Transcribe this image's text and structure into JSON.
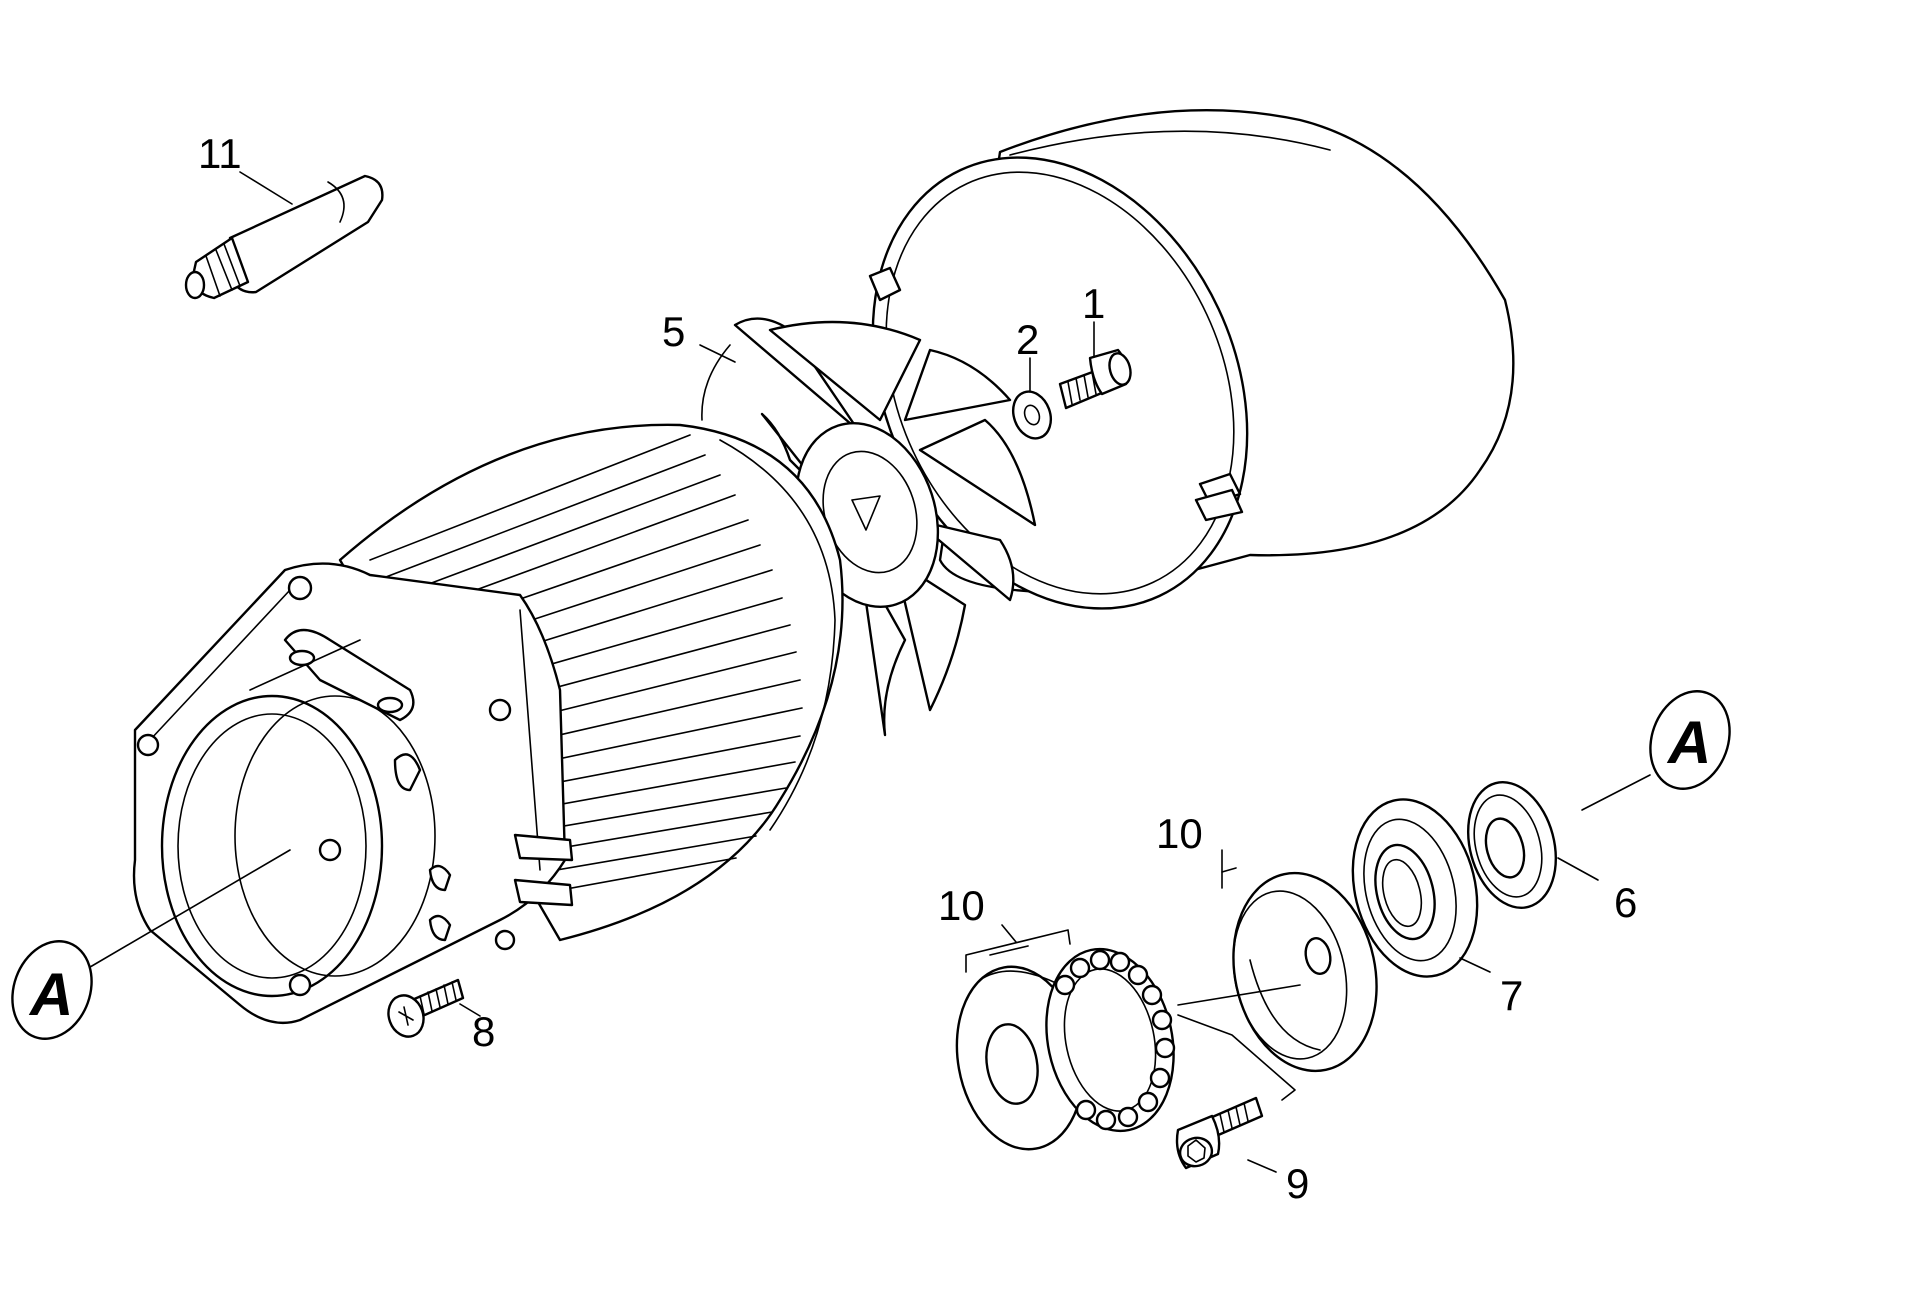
{
  "diagram": {
    "callouts": {
      "c1": "1",
      "c2": "2",
      "c5": "5",
      "c6": "6",
      "c7": "7",
      "c8": "8",
      "c9": "9",
      "c10a": "10",
      "c10b": "10",
      "c11": "11"
    },
    "markers": {
      "left": "A",
      "right": "A"
    }
  }
}
